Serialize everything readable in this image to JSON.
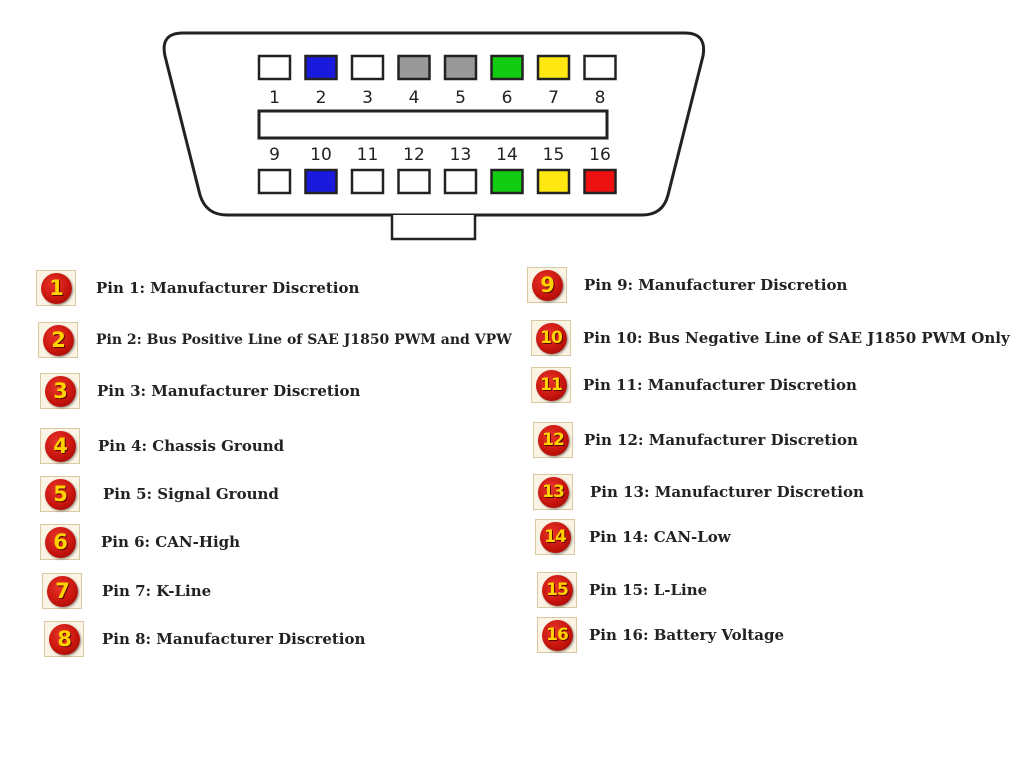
{
  "connector": {
    "top_row": [
      {
        "label": "1",
        "color": "#ffffff"
      },
      {
        "label": "2",
        "color": "#1a1adc"
      },
      {
        "label": "3",
        "color": "#ffffff"
      },
      {
        "label": "4",
        "color": "#999999"
      },
      {
        "label": "5",
        "color": "#999999"
      },
      {
        "label": "6",
        "color": "#11cc11"
      },
      {
        "label": "7",
        "color": "#ffe812"
      },
      {
        "label": "8",
        "color": "#ffffff"
      }
    ],
    "bottom_row": [
      {
        "label": "9",
        "color": "#ffffff"
      },
      {
        "label": "10",
        "color": "#1a1adc"
      },
      {
        "label": "11",
        "color": "#ffffff"
      },
      {
        "label": "12",
        "color": "#ffffff"
      },
      {
        "label": "13",
        "color": "#ffffff"
      },
      {
        "label": "14",
        "color": "#11cc11"
      },
      {
        "label": "15",
        "color": "#ffe812"
      },
      {
        "label": "16",
        "color": "#ee1111"
      }
    ]
  },
  "legend": {
    "left": [
      {
        "num": "1",
        "text": "Pin 1: Manufacturer Discretion"
      },
      {
        "num": "2",
        "text": "Pin 2: Bus Positive Line of SAE J1850 PWM and VPW"
      },
      {
        "num": "3",
        "text": "Pin 3: Manufacturer Discretion"
      },
      {
        "num": "4",
        "text": "Pin 4: Chassis Ground"
      },
      {
        "num": "5",
        "text": "Pin 5: Signal Ground"
      },
      {
        "num": "6",
        "text": "Pin 6: CAN-High"
      },
      {
        "num": "7",
        "text": "Pin 7: K-Line"
      },
      {
        "num": "8",
        "text": "Pin 8: Manufacturer Discretion"
      }
    ],
    "right": [
      {
        "num": "9",
        "text": "Pin 9: Manufacturer Discretion"
      },
      {
        "num": "10",
        "text": "Pin 10: Bus Negative Line of SAE J1850 PWM Only"
      },
      {
        "num": "11",
        "text": "Pin 11: Manufacturer Discretion"
      },
      {
        "num": "12",
        "text": "Pin 12: Manufacturer Discretion"
      },
      {
        "num": "13",
        "text": "Pin 13: Manufacturer Discretion"
      },
      {
        "num": "14",
        "text": "Pin 14: CAN-Low"
      },
      {
        "num": "15",
        "text": "Pin 15: L-Line"
      },
      {
        "num": "16",
        "text": "Pin 16: Battery Voltage"
      }
    ]
  }
}
